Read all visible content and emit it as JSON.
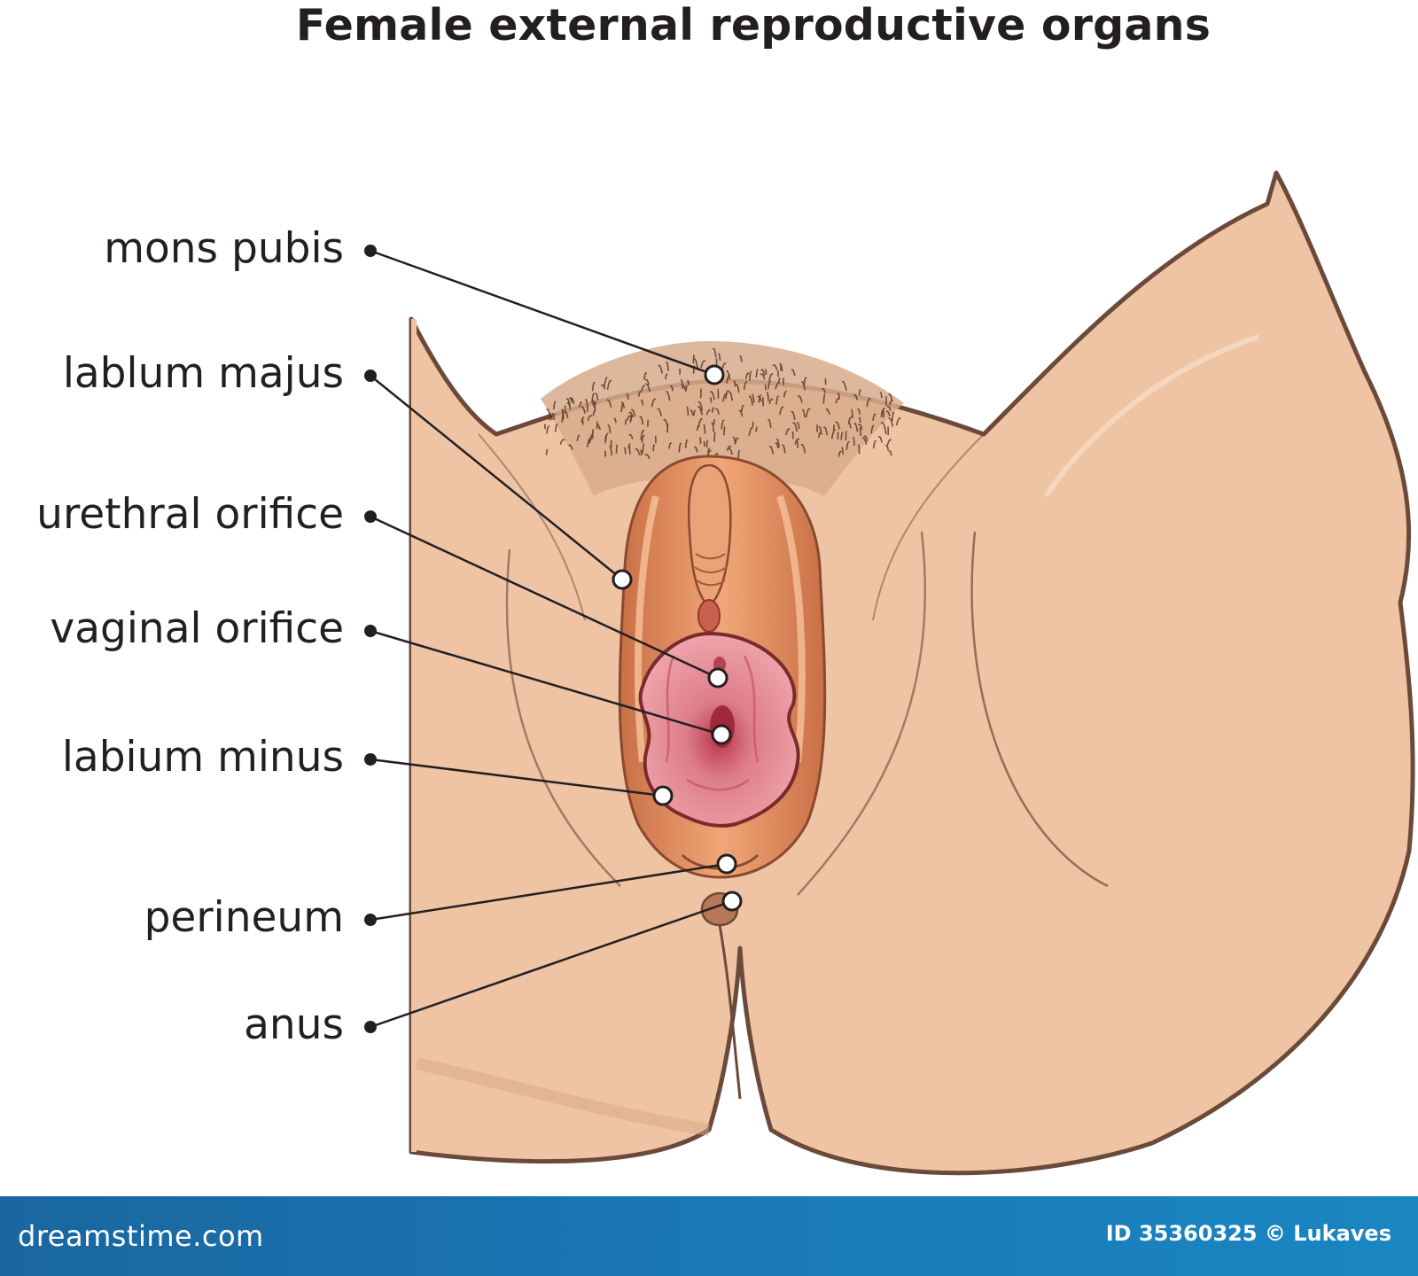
{
  "title": "Female external reproductive organs",
  "labels": [
    {
      "id": "mons-pubis",
      "text": "mons pubis"
    },
    {
      "id": "lablum-majus",
      "text": "lablum majus"
    },
    {
      "id": "urethral-orifice",
      "text": "urethral orifice"
    },
    {
      "id": "vaginal-orifice",
      "text": "vaginal orifice"
    },
    {
      "id": "labium-minus",
      "text": "labium minus"
    },
    {
      "id": "perineum",
      "text": "perineum"
    },
    {
      "id": "anus",
      "text": "anus"
    }
  ],
  "footer": {
    "brand": "dreamstime.com",
    "credit": "ID 35360325 © Lukaves"
  },
  "colors": {
    "skin": "#efc4a5",
    "skin_shadow": "#d9a585",
    "outline": "#6b4a3a",
    "labia_outer": "#e49a6d",
    "labia_inner": "#d97b6a",
    "mucosa": "#e7909a",
    "footer": "#1a74b0"
  }
}
